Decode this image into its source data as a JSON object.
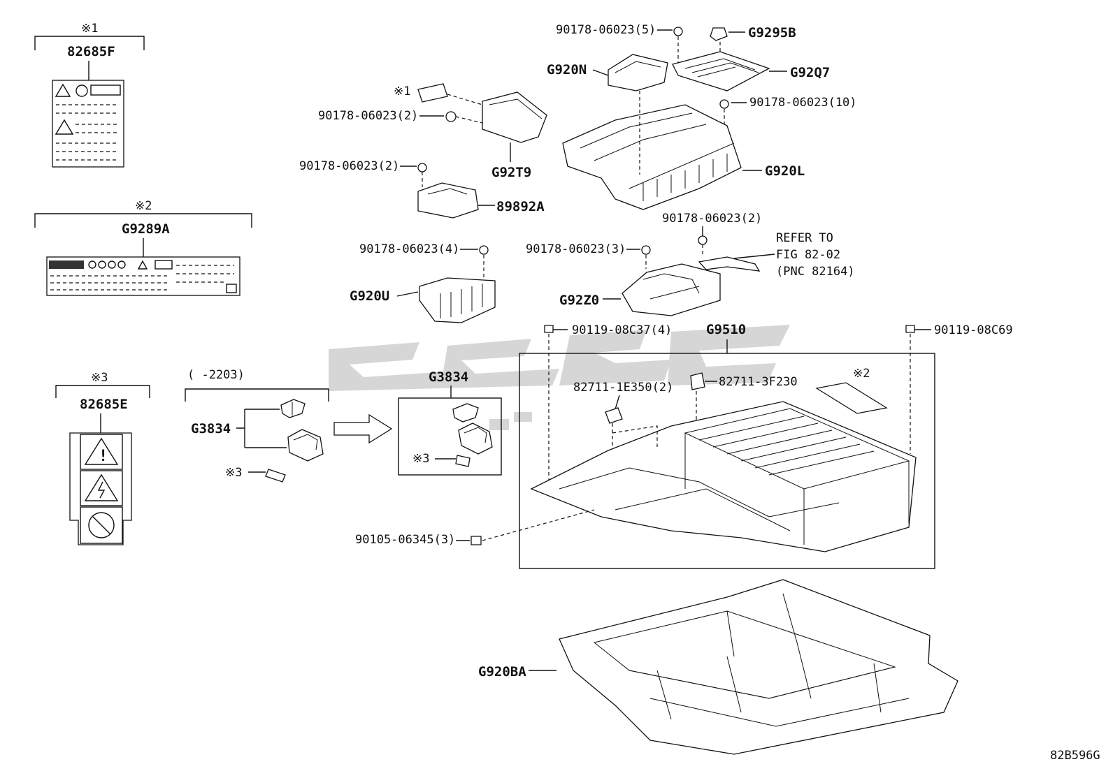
{
  "notes": {
    "n1": "※1",
    "n2": "※2",
    "n3": "※3"
  },
  "labels": {
    "l82685F": "82685F",
    "lG9289A": "G9289A",
    "l82685E": "82685E",
    "serial_range": "(     -2203)",
    "lG3834_left": "G3834",
    "lG3834_box": "G3834",
    "l90178_5": "90178-06023(5)",
    "lG9295B": "G9295B",
    "lG920N": "G920N",
    "lG92Q7": "G92Q7",
    "l90178_10": "90178-06023(10)",
    "l90178_2a": "90178-06023(2)",
    "lG92T9": "G92T9",
    "l90178_2b": "90178-06023(2)",
    "l89892A": "89892A",
    "lG920L": "G920L",
    "l90178_2c": "90178-06023(2)",
    "refer1": "REFER TO",
    "refer2": "FIG 82-02",
    "refer3": "(PNC 82164)",
    "l90178_4": "90178-06023(4)",
    "l90178_3": "90178-06023(3)",
    "lG920U": "G920U",
    "lG92Z0": "G92Z0",
    "l90119_37": "90119-08C37(4)",
    "lG9510": "G9510",
    "l90119_69": "90119-08C69",
    "l82711_1E": "82711-1E350(2)",
    "l82711_3F": "82711-3F230",
    "l90105": "90105-06345(3)",
    "lG920BA": "G920BA",
    "fig_id": "82B596G"
  }
}
